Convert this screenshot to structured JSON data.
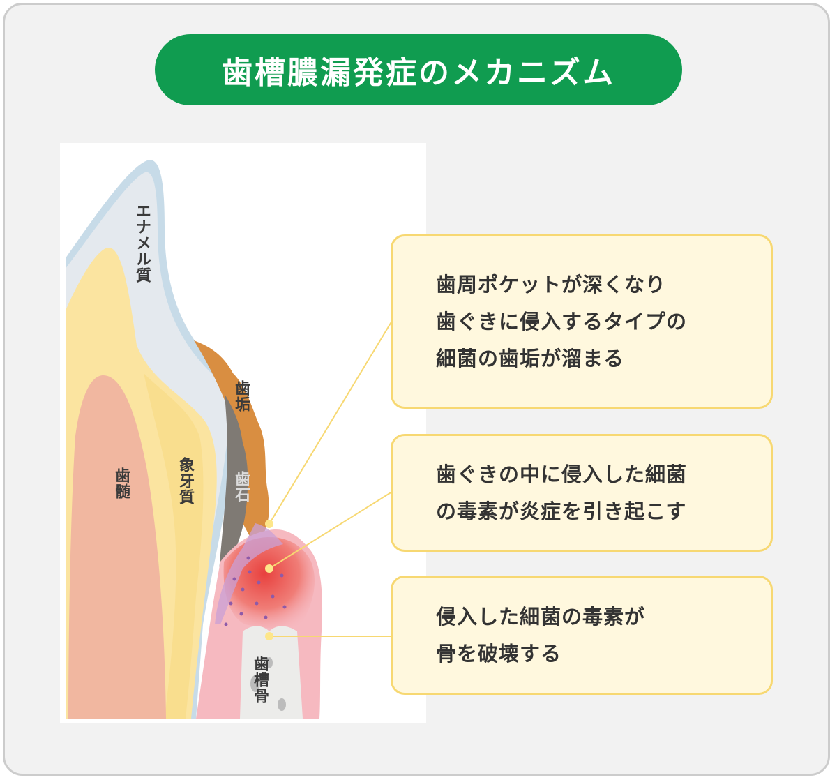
{
  "title": "歯槽膿漏発症のメカニズム",
  "diagram": {
    "labels": {
      "enamel": "エナメル質",
      "plaque": "歯垢",
      "calculus": "歯石",
      "pulp": "歯髄",
      "dentin": "象牙質",
      "alveolar_bone": "歯槽骨"
    }
  },
  "callouts": [
    {
      "lines": [
        "歯周ポケットが深くなり",
        "歯ぐきに侵入するタイプの",
        "細菌の歯垢が溜まる"
      ]
    },
    {
      "lines": [
        "歯ぐきの中に侵入した細菌",
        "の毒素が炎症を引き起こす"
      ]
    },
    {
      "lines": [
        "侵入した細菌の毒素が",
        "骨を破壊する"
      ]
    }
  ],
  "colors": {
    "title_bg": "#109c50",
    "callout_bg": "#fff8de",
    "callout_border": "#f7d872",
    "enamel": "#e4e9ee",
    "enamel_outline": "#c7dbe8",
    "dentin": "#fbe4a0",
    "pulp": "#f1b7a0",
    "plaque": "#d98e41",
    "calculus": "#7f7a74",
    "gum": "#f6b9c0",
    "inflammation": "#ea5b54"
  }
}
